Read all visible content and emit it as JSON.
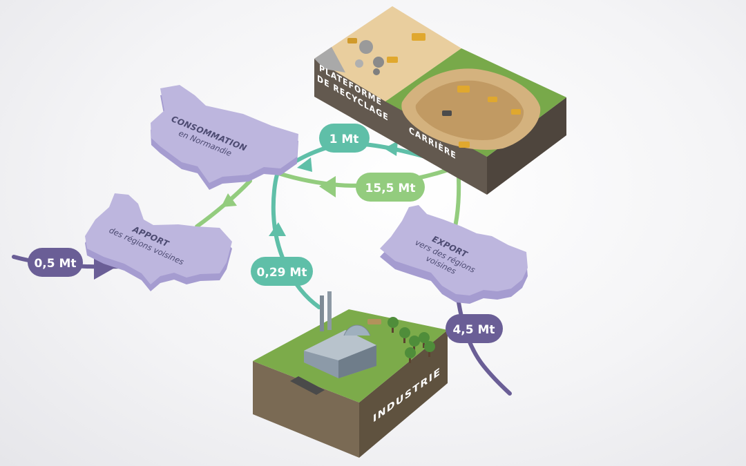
{
  "regions": {
    "consommation": {
      "title": "CONSOMMATION",
      "subtitle": "en Normandie"
    },
    "apport": {
      "title": "APPORT",
      "subtitle": "des régions voisines"
    },
    "export": {
      "title": "EXPORT",
      "subtitle_line1": "vers des régions",
      "subtitle_line2": "voisines"
    }
  },
  "blocks": {
    "recyclage_line1": "PLATEFORME",
    "recyclage_line2": "DE RECYCLAGE",
    "carriere": "CARRIÈRE",
    "industrie": "INDUSTRIE"
  },
  "flows": {
    "recyclage": "1 Mt",
    "carriere": "15,5 Mt",
    "import": "0,5 Mt",
    "industrie": "0,29 Mt",
    "export": "4,5 Mt"
  },
  "colors": {
    "teal": "#5fbfa8",
    "green": "#93cc7e",
    "purple": "#6a5e96",
    "region_fill": "#bdb6de",
    "region_side": "#a59cd0"
  }
}
